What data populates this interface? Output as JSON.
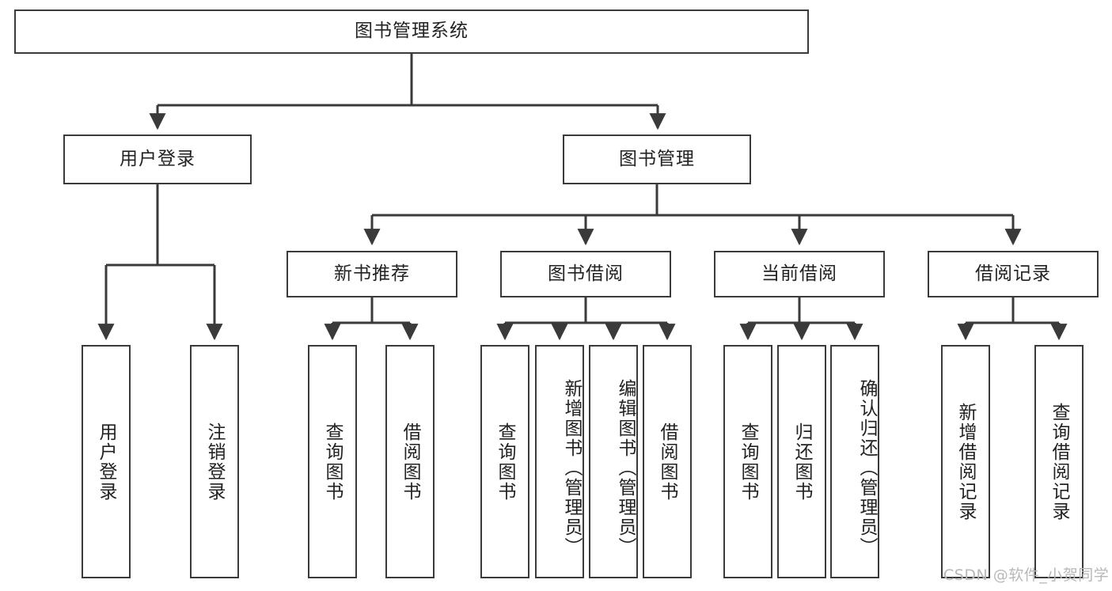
{
  "diagram": {
    "type": "tree-hierarchy",
    "title": "图书管理系统",
    "watermark": "CSDN @软件_小贺同学",
    "colors": {
      "stroke": "#3a3a3a",
      "fill": "#ffffff",
      "text": "#222222",
      "watermark": "#b8b8b8"
    },
    "levels": [
      {
        "level": 1,
        "nodes": [
          {
            "id": "root",
            "label": "图书管理系统",
            "orientation": "horizontal"
          }
        ]
      },
      {
        "level": 2,
        "nodes": [
          {
            "id": "login",
            "label": "用户登录",
            "orientation": "horizontal",
            "parent": "root"
          },
          {
            "id": "bookmgmt",
            "label": "图书管理",
            "orientation": "horizontal",
            "parent": "root"
          }
        ]
      },
      {
        "level": 3,
        "nodes": [
          {
            "id": "newbook",
            "label": "新书推荐",
            "orientation": "horizontal",
            "parent": "bookmgmt"
          },
          {
            "id": "borrow",
            "label": "图书借阅",
            "orientation": "horizontal",
            "parent": "bookmgmt"
          },
          {
            "id": "current",
            "label": "当前借阅",
            "orientation": "horizontal",
            "parent": "bookmgmt"
          },
          {
            "id": "records",
            "label": "借阅记录",
            "orientation": "horizontal",
            "parent": "bookmgmt"
          }
        ]
      },
      {
        "level": 4,
        "nodes": [
          {
            "id": "leaf-user-login",
            "label": "用户登录",
            "orientation": "vertical",
            "parent": "login"
          },
          {
            "id": "leaf-user-logout",
            "label": "注销登录",
            "orientation": "vertical",
            "parent": "login"
          },
          {
            "id": "leaf-query-book-1",
            "label": "查询图书",
            "orientation": "vertical",
            "parent": "newbook"
          },
          {
            "id": "leaf-borrow-book-1",
            "label": "借阅图书",
            "orientation": "vertical",
            "parent": "newbook"
          },
          {
            "id": "leaf-query-book-2",
            "label": "查询图书",
            "orientation": "vertical",
            "parent": "borrow"
          },
          {
            "id": "leaf-add-book",
            "label": "新增图书（管理员）",
            "orientation": "vertical",
            "parent": "borrow"
          },
          {
            "id": "leaf-edit-book",
            "label": "编辑图书（管理员）",
            "orientation": "vertical",
            "parent": "borrow"
          },
          {
            "id": "leaf-borrow-book-2",
            "label": "借阅图书",
            "orientation": "vertical",
            "parent": "borrow"
          },
          {
            "id": "leaf-query-book-3",
            "label": "查询图书",
            "orientation": "vertical",
            "parent": "current"
          },
          {
            "id": "leaf-return-book",
            "label": "归还图书",
            "orientation": "vertical",
            "parent": "current"
          },
          {
            "id": "leaf-confirm-return",
            "label": "确认归还（管理员）",
            "orientation": "vertical",
            "parent": "current"
          },
          {
            "id": "leaf-add-record",
            "label": "新增借阅记录",
            "orientation": "vertical",
            "parent": "records"
          },
          {
            "id": "leaf-query-record",
            "label": "查询借阅记录",
            "orientation": "vertical",
            "parent": "records"
          }
        ]
      }
    ]
  }
}
